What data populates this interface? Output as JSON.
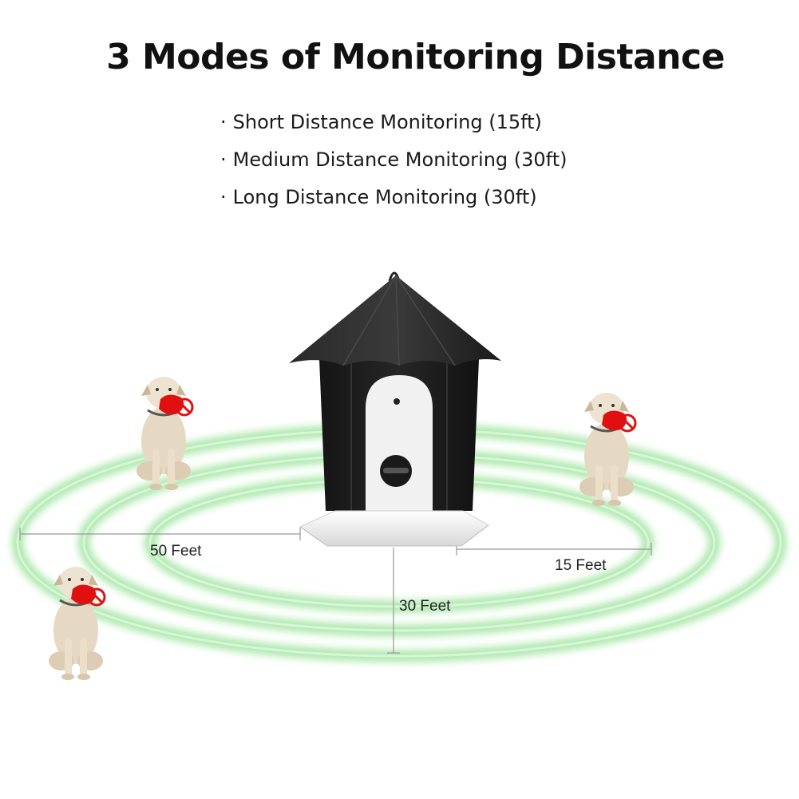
{
  "title": "3 Modes of Monitoring Distance",
  "modes": [
    {
      "bullet": "·",
      "label": "Short Distance Monitoring (15ft)"
    },
    {
      "bullet": "·",
      "label": "Medium Distance Monitoring (30ft)"
    },
    {
      "bullet": "·",
      "label": "Long Distance Monitoring (30ft)"
    }
  ],
  "distances": {
    "fifty": "50 Feet",
    "thirty": "30 Feet",
    "fifteen": "15 Feet"
  },
  "colors": {
    "ring": "#8fdc8f",
    "device_body": "#1b1b1b",
    "device_front": "#f2f2f2",
    "no_bark_badge": "#e01010",
    "dog": "#e8dcc8"
  },
  "icons": [
    "ultrasonic-birdhouse-device",
    "dog-no-bark-icon"
  ]
}
